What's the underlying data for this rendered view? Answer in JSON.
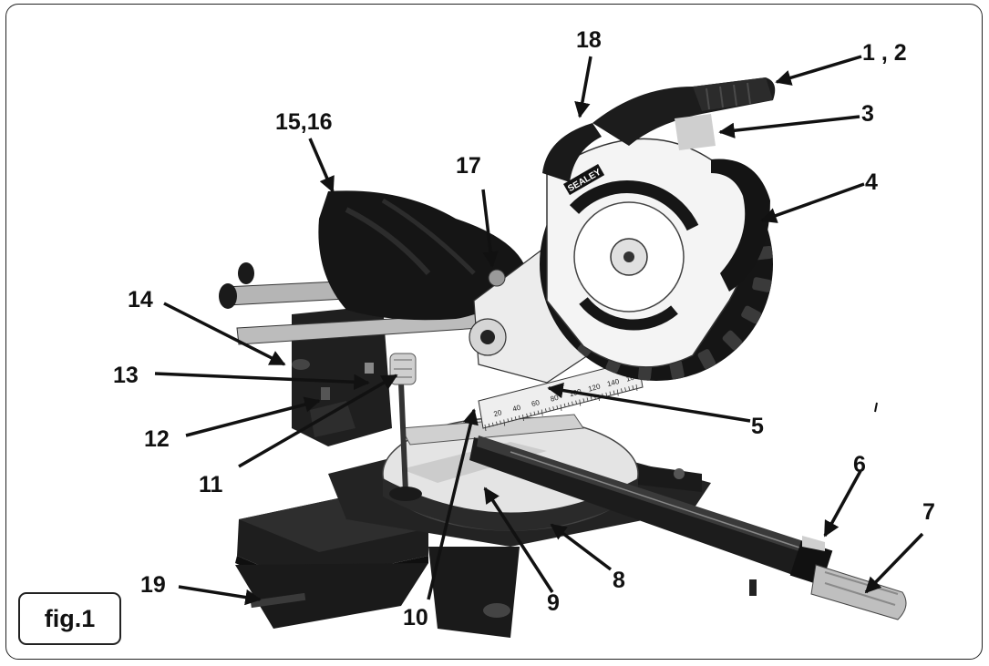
{
  "figure_label": "fig.1",
  "brand_logo": "SEALEY",
  "scale_marks": [
    "20",
    "40",
    "60",
    "80",
    "100",
    "120",
    "140",
    "160"
  ],
  "callouts": [
    {
      "id": "c1-2",
      "text": "1 , 2"
    },
    {
      "id": "c3",
      "text": "3"
    },
    {
      "id": "c4",
      "text": "4"
    },
    {
      "id": "c5",
      "text": "5"
    },
    {
      "id": "c6",
      "text": "6"
    },
    {
      "id": "c7",
      "text": "7"
    },
    {
      "id": "c8",
      "text": "8"
    },
    {
      "id": "c9",
      "text": "9"
    },
    {
      "id": "c10",
      "text": "10"
    },
    {
      "id": "c11",
      "text": "11"
    },
    {
      "id": "c12",
      "text": "12"
    },
    {
      "id": "c13",
      "text": "13"
    },
    {
      "id": "c14",
      "text": "14"
    },
    {
      "id": "c15-16",
      "text": "15,16"
    },
    {
      "id": "c17",
      "text": "17"
    },
    {
      "id": "c18",
      "text": "18"
    },
    {
      "id": "c19",
      "text": "19"
    }
  ],
  "colors": {
    "ink": "#111111",
    "body": "#1b1b1b",
    "guard": "#f2f2f2",
    "table": "#dcdcdc",
    "metal": "#b9b9b9"
  }
}
